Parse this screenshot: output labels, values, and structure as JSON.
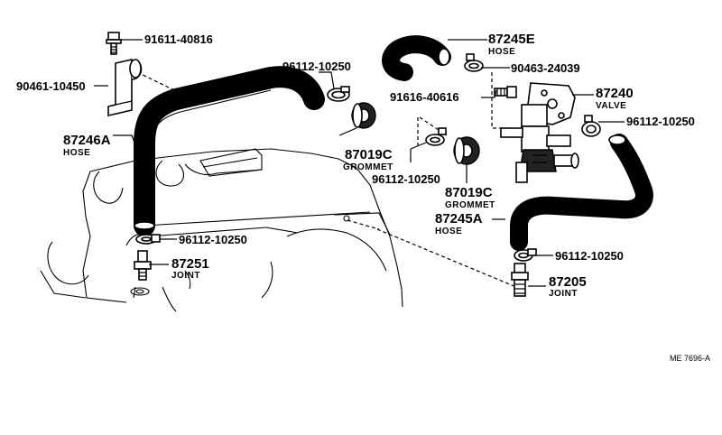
{
  "labels": {
    "bolt": {
      "part_no": "91611-40816"
    },
    "bracket": {
      "part_no": "90461-10450"
    },
    "clamp_top": {
      "part_no": "96112-10250"
    },
    "hose_main": {
      "part_no": "87246A",
      "name": "HOSE"
    },
    "grommet_left": {
      "part_no": "87019C",
      "name": "GROMMET"
    },
    "hose_top": {
      "part_no": "87245E",
      "name": "HOSE"
    },
    "clip": {
      "part_no": "90463-24039"
    },
    "valve_bolt": {
      "part_no": "91616-40616"
    },
    "valve": {
      "part_no": "87240",
      "name": "VALVE"
    },
    "clamp_valve": {
      "part_no": "96112-10250"
    },
    "clamp_mid": {
      "part_no": "96112-10250"
    },
    "grommet_right": {
      "part_no": "87019C",
      "name": "GROMMET"
    },
    "hose_lower": {
      "part_no": "87245A",
      "name": "HOSE"
    },
    "clamp_left_low": {
      "part_no": "96112-10250"
    },
    "joint_left": {
      "part_no": "87251",
      "name": "JOINT"
    },
    "clamp_right_low": {
      "part_no": "96112-10250"
    },
    "joint_right": {
      "part_no": "87205",
      "name": "JOINT"
    }
  },
  "reference_code": "ME 7696-A"
}
